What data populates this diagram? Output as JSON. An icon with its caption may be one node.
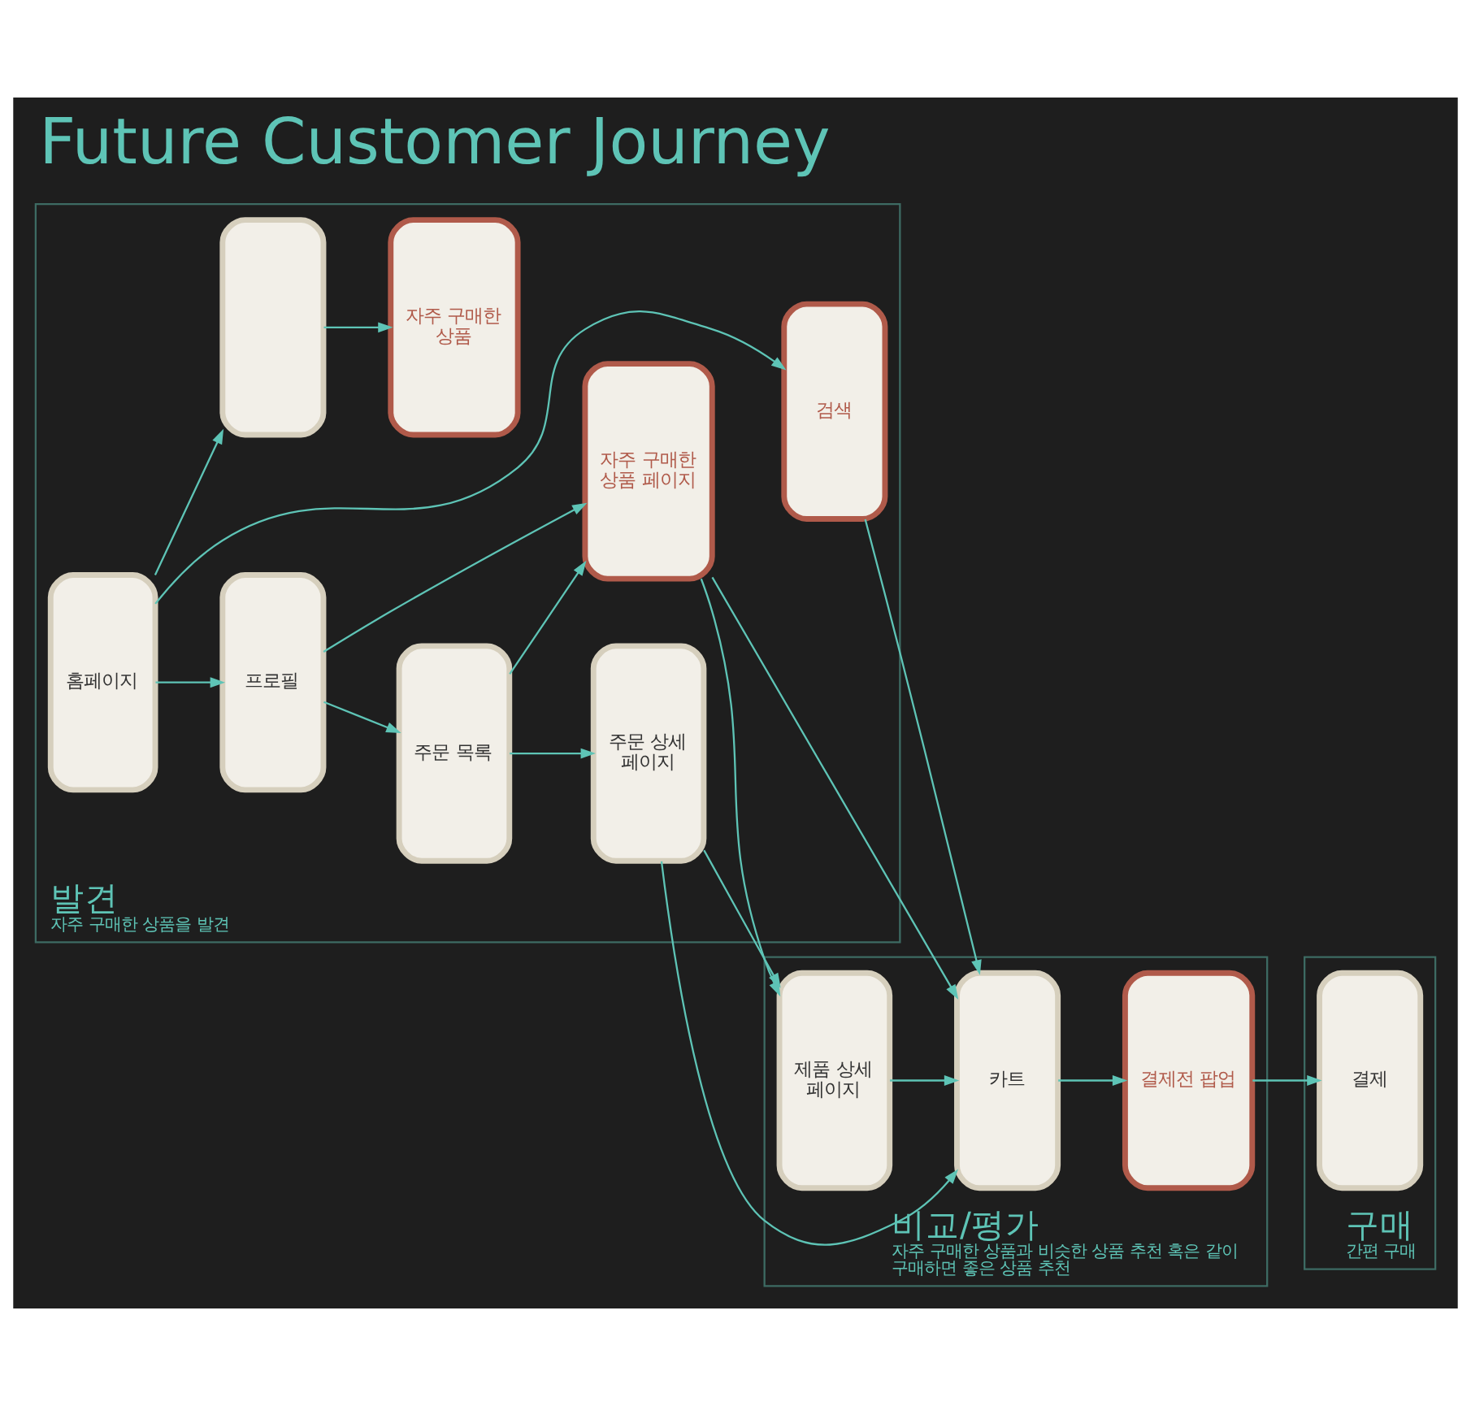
{
  "diagram": {
    "title": "Future Customer Journey",
    "nodes": [
      {
        "text": [
          "발견",
          "자주 구매한 상품을 발견"
        ]
      },
      {
        "text": [
          "비교/평가",
          "자주 구매한 상품과 비슷한 상품 추천 혹은 같이 구매하면 좋은 상품 추천"
        ]
      },
      {
        "text": [
          "구매",
          "간편 구매"
        ]
      },
      {
        "text": [
          "홈페이지"
        ],
        "in": 0
      },
      {
        "text": [
          "검색"
        ],
        "in": 0
      },
      {
        "text": [
          "프로필"
        ],
        "in": 0
      },
      {
        "text": [
          "자주 구매한 상품 페이지"
        ],
        "in": 0
      },
      {
        "text": [
          "주문 목록"
        ],
        "in": 0
      },
      {
        "text": [
          "주문 상세 페이지"
        ],
        "in": 0
      },
      {
        "text": [],
        "shape": "box",
        "in": 0
      },
      {
        "text": [
          "자주 구매한 상품"
        ],
        "in": 0
      },
      {
        "text": [
          "카트"
        ],
        "in": 1
      },
      {
        "text": [
          "결제전 팝업"
        ],
        "in": 1
      },
      {
        "text": [
          "제품 상세 페이지"
        ],
        "in": 1
      },
      {
        "text": [
          "결제"
        ],
        "in": 2
      }
    ],
    "edges": [
      {
        "from": 3,
        "to": 4,
        "arrow": "to"
      },
      {
        "from": 3,
        "to": 5,
        "arrow": "to"
      },
      {
        "from": 3,
        "to": 9,
        "arrow": "to"
      },
      {
        "from": 4,
        "to": 11,
        "arrow": "to"
      },
      {
        "from": 5,
        "to": 6,
        "arrow": "to"
      },
      {
        "from": 5,
        "to": 7,
        "arrow": "to"
      },
      {
        "from": 6,
        "to": 13,
        "arrow": "to"
      },
      {
        "from": 6,
        "to": 11,
        "arrow": "to"
      },
      {
        "from": 7,
        "to": 6,
        "arrow": "to"
      },
      {
        "from": 7,
        "to": 8,
        "arrow": "to"
      },
      {
        "from": 8,
        "to": 13,
        "arrow": "to"
      },
      {
        "from": 8,
        "to": 11,
        "arrow": "to"
      },
      {
        "from": 13,
        "to": 11,
        "arrow": "to"
      },
      {
        "from": 9,
        "to": 10,
        "arrow": "to"
      },
      {
        "from": 11,
        "to": 12,
        "arrow": "to"
      },
      {
        "from": 12,
        "to": 14,
        "arrow": "to"
      }
    ]
  }
}
